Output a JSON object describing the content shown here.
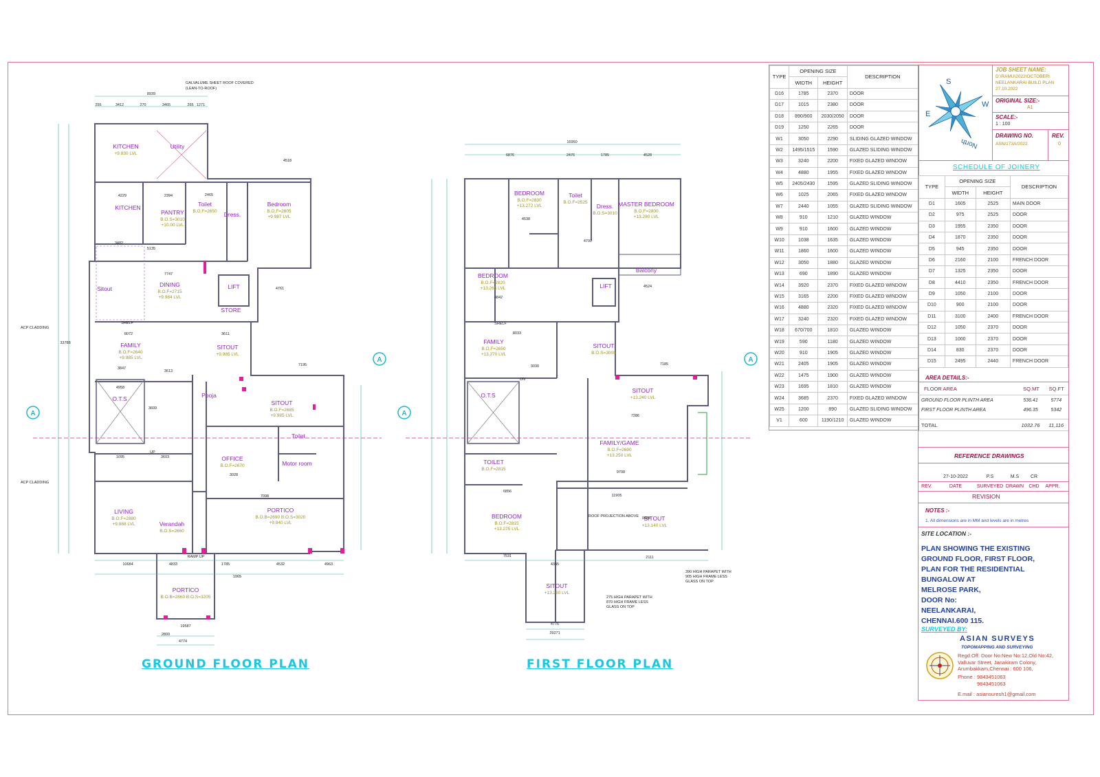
{
  "ground_plan": {
    "title": "GROUND FLOOR PLAN",
    "rooms": [
      {
        "name": "KITCHEN",
        "level": "+9.830 LVL"
      },
      {
        "name": "Utility",
        "level": ""
      },
      {
        "name": "KITCHEN",
        "level": ""
      },
      {
        "name": "PANTRY",
        "level": "B.O.S=3010 +10.00 LVL"
      },
      {
        "name": "Toilet",
        "level": "B.O.F=2650"
      },
      {
        "name": "Dress.",
        "level": ""
      },
      {
        "name": "Bedroom",
        "level": "B.O.F=2805 +9.987 LVL"
      },
      {
        "name": "DINING",
        "level": "B.O.F=2715 +9.984 LVL"
      },
      {
        "name": "Sitout",
        "level": ""
      },
      {
        "name": "LIFT",
        "level": ""
      },
      {
        "name": "STORE",
        "level": ""
      },
      {
        "name": "FAMILY",
        "level": "B.O.F=2640 +9.985 LVL"
      },
      {
        "name": "SITOUT",
        "level": "+9.985 LVL"
      },
      {
        "name": "O.T.S",
        "level": ""
      },
      {
        "name": "Pooja",
        "level": ""
      },
      {
        "name": "SITOUT",
        "level": "B.O.F=2685 +9.985 LVL"
      },
      {
        "name": "Toilet",
        "level": ""
      },
      {
        "name": "OFFICE",
        "level": "B.O.F=2670"
      },
      {
        "name": "Motor room",
        "level": ""
      },
      {
        "name": "LIVING",
        "level": "B.O.F=2880 +9.888 LVL"
      },
      {
        "name": "Verandah",
        "level": "B.O.S=2660"
      },
      {
        "name": "PORTICO",
        "level": "B.O.B=2690 B.O.S=3020 +9.840 LVL"
      },
      {
        "name": "PORTICO",
        "level": "B.O.B=2860 B.O.S=3205"
      }
    ],
    "notes": [
      "GALVALUME SHEET ROOF COVERED",
      "(LEAN-TO-ROOF)",
      "ACP CLADDING",
      "ACP CLADDING",
      "SHELF",
      "RAMP UP",
      "UP"
    ],
    "dims": [
      "8939",
      "255",
      "3412",
      "270",
      "3465",
      "265",
      "1271",
      "4229",
      "2394",
      "2465",
      "4518",
      "3482",
      "5135",
      "7747",
      "4761",
      "8072",
      "3611",
      "3847",
      "3613",
      "7195",
      "4958",
      "3609",
      "1095",
      "3603",
      "3028",
      "7098",
      "10684",
      "4833",
      "1785",
      "4532",
      "4963",
      "1965",
      "19587",
      "2809",
      "4774",
      "33788"
    ]
  },
  "first_plan": {
    "title": "FIRST FLOOR PLAN",
    "rooms": [
      {
        "name": "BEDROOM",
        "level": "B.O.F=2830 +13.272 LVL"
      },
      {
        "name": "Toilet",
        "level": "B.O.F=2525"
      },
      {
        "name": "Dress.",
        "level": "B.O.S=3010"
      },
      {
        "name": "MASTER BEDROOM",
        "level": "B.O.F=2800 +13.280 LVL"
      },
      {
        "name": "Balcony",
        "level": ""
      },
      {
        "name": "BEDROOM",
        "level": "B.O.F=2820 +13.265 LVL"
      },
      {
        "name": "LIFT",
        "level": ""
      },
      {
        "name": "FAMILY",
        "level": "B.O.F=2650 +13.270 LVL"
      },
      {
        "name": "SITOUT",
        "level": "B.O.S=3005"
      },
      {
        "name": "O.T.S",
        "level": ""
      },
      {
        "name": "SITOUT",
        "level": "+13.240 LVL"
      },
      {
        "name": "FAMILY/GAME",
        "level": "B.O.F=2690 +13.250 LVL"
      },
      {
        "name": "TOILET",
        "level": "B.O.F=2815"
      },
      {
        "name": "BEDROOM",
        "level": "B.O.F=2815 +13.275 LVL"
      },
      {
        "name": "SITOUT",
        "level": "+13.140 LVL"
      },
      {
        "name": "SITOUT",
        "level": "+13.260 LVL"
      }
    ],
    "notes": [
      "ROOF PROJECTION ABOVE",
      "390 HIGH PARAPET WITH",
      "905 HIGH FRAME LESS",
      "GLASS ON TOP",
      "275 HIGH PARAPET WITH",
      "870 HIGH FRAME LESS",
      "GLASS ON TOP",
      "SHELF",
      "DN"
    ],
    "dims": [
      "16950",
      "6876",
      "2476",
      "1785",
      "4528",
      "4538",
      "4791",
      "4842",
      "4524",
      "8033",
      "3030",
      "7185",
      "7286",
      "9708",
      "11905",
      "6856",
      "9884",
      "7531",
      "2111",
      "4345",
      "4776",
      "29271"
    ]
  },
  "window_schedule": {
    "headers": [
      "TYPE",
      "OPENING SIZE",
      "WIDTH",
      "HEIGHT",
      "DESCRIPTION"
    ],
    "rows": [
      [
        "D16",
        "1785",
        "2370",
        "DOOR"
      ],
      [
        "D17",
        "1015",
        "2380",
        "DOOR"
      ],
      [
        "D18",
        "890/900",
        "2030/2050",
        "DOOR"
      ],
      [
        "D19",
        "1250",
        "2265",
        "DOOR"
      ],
      [
        "W1",
        "3050",
        "2290",
        "SLIDING GLAZED WINDOW"
      ],
      [
        "W2",
        "1495/1515",
        "1590",
        "GLAZED SLIDING WINDOW"
      ],
      [
        "W3",
        "3240",
        "2200",
        "FIXED GLAZED WINDOW"
      ],
      [
        "W4",
        "4880",
        "1955",
        "FIXED GLAZED WINDOW"
      ],
      [
        "W5",
        "2405/2430",
        "1595",
        "GLAZED SLIDING WINDOW"
      ],
      [
        "W6",
        "1025",
        "2065",
        "FIXED GLAZED WINDOW"
      ],
      [
        "W7",
        "2440",
        "1055",
        "GLAZED SLIDING WINDOW"
      ],
      [
        "W8",
        "910",
        "1210",
        "GLAZED WINDOW"
      ],
      [
        "W9",
        "910",
        "1600",
        "GLAZED WINDOW"
      ],
      [
        "W10",
        "1038",
        "1635",
        "GLAZED WINDOW"
      ],
      [
        "W11",
        "1860",
        "1600",
        "GLAZED WINDOW"
      ],
      [
        "W12",
        "3050",
        "1880",
        "GLAZED WINDOW"
      ],
      [
        "W13",
        "690",
        "1890",
        "GLAZED WINDOW"
      ],
      [
        "W14",
        "3920",
        "2370",
        "FIXED GLAZED WINDOW"
      ],
      [
        "W15",
        "3165",
        "2200",
        "FIXED GLAZED WINDOW"
      ],
      [
        "W16",
        "4880",
        "2320",
        "FIXED GLAZED WINDOW"
      ],
      [
        "W17",
        "3240",
        "2320",
        "FIXED GLAZED WINDOW"
      ],
      [
        "W18",
        "670/700",
        "1810",
        "GLAZED WINDOW"
      ],
      [
        "W19",
        "590",
        "1180",
        "GLAZED WINDOW"
      ],
      [
        "W20",
        "910",
        "1905",
        "GLAZED WINDOW"
      ],
      [
        "W21",
        "2405",
        "1905",
        "GLAZED WINDOW"
      ],
      [
        "W22",
        "1475",
        "1900",
        "GLAZED WINDOW"
      ],
      [
        "W23",
        "1695",
        "1810",
        "GLAZED WINDOW"
      ],
      [
        "W24",
        "3685",
        "2370",
        "FIXED GLAZED WINDOW"
      ],
      [
        "W25",
        "1200",
        "890",
        "GLAZED SLIDING WINDOW"
      ],
      [
        "V1",
        "600",
        "1190/1210",
        "GLAZED WINDOW"
      ]
    ]
  },
  "joinery": {
    "title": "SCHEDULE OF JOINERY",
    "headers": [
      "TYPE",
      "OPENING SIZE",
      "WIDTH",
      "HEIGHT",
      "DESCRIPTION"
    ],
    "rows": [
      [
        "D1",
        "1605",
        "2525",
        "MAIN DOOR"
      ],
      [
        "D2",
        "975",
        "2525",
        "DOOR"
      ],
      [
        "D3",
        "1955",
        "2350",
        "DOOR"
      ],
      [
        "D4",
        "1870",
        "2350",
        "DOOR"
      ],
      [
        "D5",
        "945",
        "2350",
        "DOOR"
      ],
      [
        "D6",
        "2160",
        "2100",
        "FRENCH DOOR"
      ],
      [
        "D7",
        "1325",
        "2350",
        "DOOR"
      ],
      [
        "D8",
        "4410",
        "2350",
        "FRENCH DOOR"
      ],
      [
        "D9",
        "1050",
        "2100",
        "DOOR"
      ],
      [
        "D10",
        "900",
        "2100",
        "DOOR"
      ],
      [
        "D11",
        "3100",
        "2400",
        "FRENCH DOOR"
      ],
      [
        "D12",
        "1050",
        "2370",
        "DOOR"
      ],
      [
        "D13",
        "1000",
        "2370",
        "DOOR"
      ],
      [
        "D14",
        "830",
        "2370",
        "DOOR"
      ],
      [
        "D15",
        "2495",
        "2440",
        "FRENCH DOOR"
      ]
    ]
  },
  "title_block": {
    "job_sheet_label": "JOB SHEET NAME:",
    "job_sheet_value": [
      "D:\\RAMU\\2022\\OCTOBER\\",
      "NEELANKARAI BUILD PLAN",
      "27.10.2022"
    ],
    "original_size_label": "ORIGINAL SIZE:-",
    "original_size_value": "A1",
    "scale_label": "SCALE:-",
    "scale_value": "1 : 100",
    "drawing_no_label": "DRAWING NO.",
    "drawing_no_value": "ASN/173A/2022",
    "rev_label": "REV.",
    "rev_value": "0",
    "compass": {
      "s": "S",
      "w": "W",
      "e": "E",
      "north": "North"
    }
  },
  "area": {
    "title": "AREA DETAILS:-",
    "headers": [
      "FLOOR AREA",
      "SQ.MT",
      "SQ.FT"
    ],
    "rows": [
      [
        "GROUND FLOOR PLINTH AREA",
        "536.41",
        "5774"
      ],
      [
        "FIRST FLOOR PLINTH AREA",
        "496.35",
        "5342"
      ]
    ],
    "total": [
      "TOTAL",
      "1032.76",
      "11,116"
    ]
  },
  "revision": {
    "reference_title": "REFERENCE DRAWINGS",
    "row": [
      "27-10-2022",
      "P.S",
      "M.S",
      "CR"
    ],
    "headers": [
      "REV.",
      "DATE",
      "SURVEYED",
      "DRAWN",
      "CHD",
      "APPR."
    ],
    "title": "REVISION"
  },
  "notes": {
    "title": "NOTES :-",
    "items": [
      "1. All dimensions are in MM and levels are in metres"
    ]
  },
  "site": {
    "title": "SITE LOCATION :-",
    "lines": [
      "PLAN SHOWING THE EXISTING",
      "GROUND FLOOR, FIRST FLOOR,",
      "PLAN FOR THE RESIDENTIAL",
      "BUNGALOW AT",
      "MELROSE PARK,",
      "DOOR No:",
      "NEELANKARAI,",
      "CHENNAI.600 115."
    ]
  },
  "surveyor": {
    "label": "SURVEYED BY:",
    "company": "ASIAN SURVEYS",
    "tagline": "TOPOMAPPING AND SURVEYING",
    "address": [
      "Regd.Off: Door No:New No:12,Old No:42,",
      "Valluvar Street, Janakiram Colony,",
      "Arumbakkam,Chennai : 600 106,"
    ],
    "phone_label": "Phone :",
    "phones": [
      "9843451063",
      "9843451063"
    ],
    "email": "E.mail : asiansuresh1@gmail.com"
  },
  "colors": {
    "border": "#e07090",
    "title": "#19c8e0",
    "wall": "#5a5a7a",
    "room_label": "#9020c0",
    "level": "#a09020",
    "site": "#1f3fa0"
  }
}
